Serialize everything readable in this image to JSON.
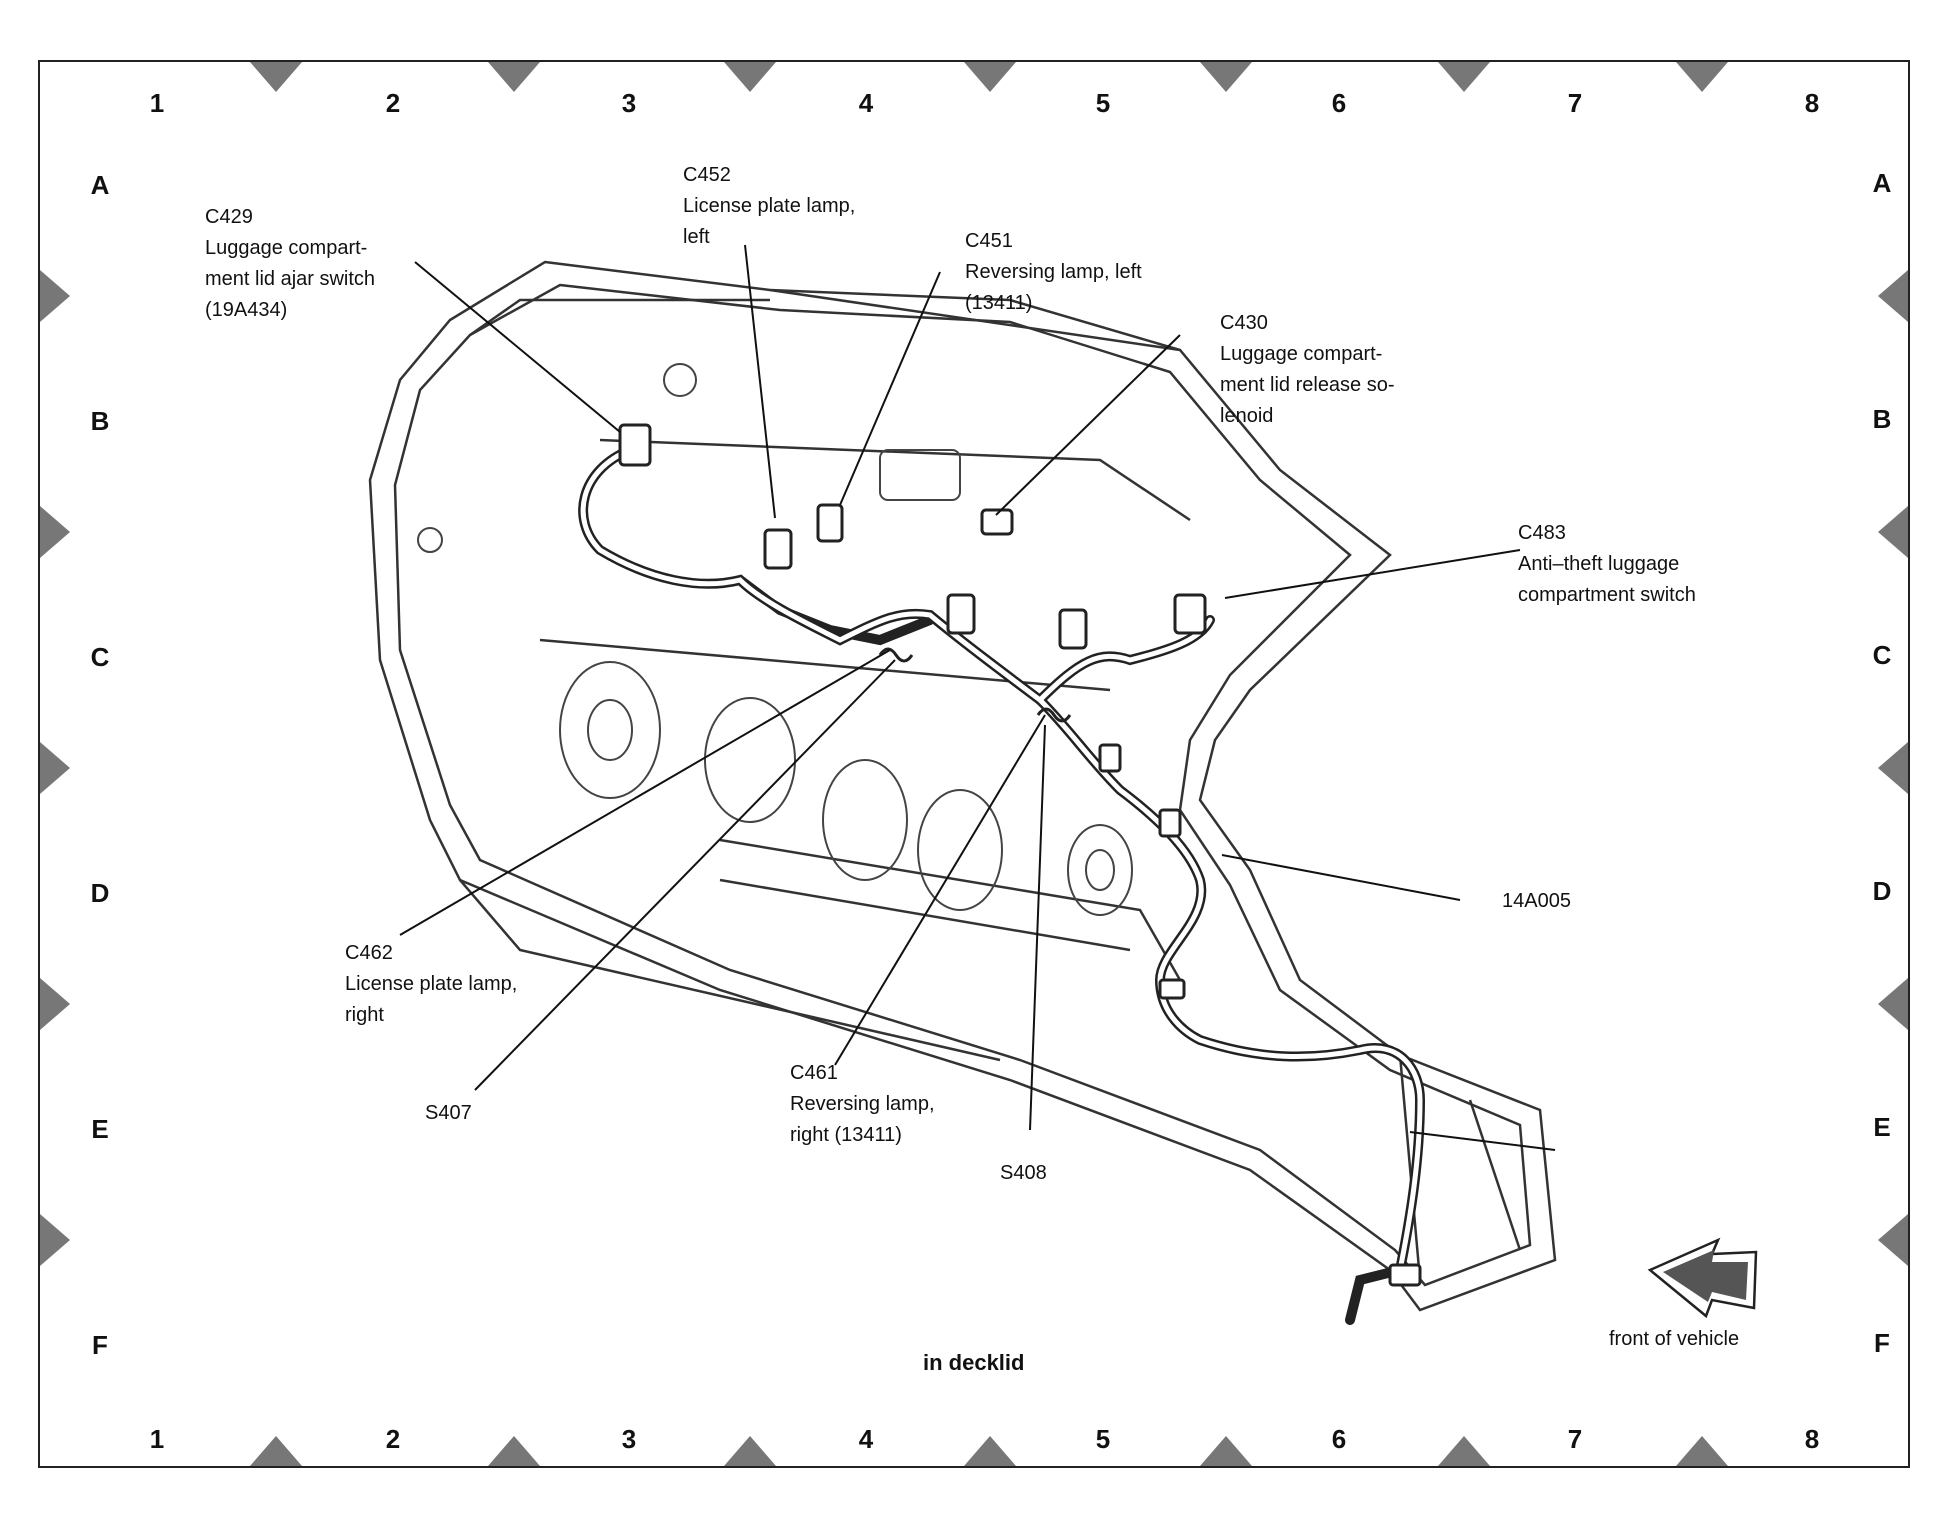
{
  "grid": {
    "columns": [
      "1",
      "2",
      "3",
      "4",
      "5",
      "6",
      "7",
      "8"
    ],
    "rows": [
      "A",
      "B",
      "C",
      "D",
      "E",
      "F"
    ]
  },
  "caption": "in decklid",
  "direction_label": "front of vehicle",
  "callouts": {
    "c429": {
      "code": "C429",
      "desc": [
        "Luggage compart-",
        "ment lid ajar switch",
        "(19A434)"
      ]
    },
    "c452": {
      "code": "C452",
      "desc": [
        "License plate lamp,",
        "left"
      ]
    },
    "c451": {
      "code": "C451",
      "desc": [
        "Reversing lamp, left",
        "(13411)"
      ]
    },
    "c430": {
      "code": "C430",
      "desc": [
        "Luggage compart-",
        "ment lid release so-",
        "lenoid"
      ]
    },
    "c483": {
      "code": "C483",
      "desc": [
        "Anti–theft luggage",
        "compartment switch"
      ]
    },
    "w14a005": {
      "code": "14A005",
      "desc": []
    },
    "c462": {
      "code": "C462",
      "desc": [
        "License plate lamp,",
        "right"
      ]
    },
    "s407": {
      "code": "S407",
      "desc": []
    },
    "c461": {
      "code": "C461",
      "desc": [
        "Reversing lamp,",
        "right (13411)"
      ]
    },
    "s408": {
      "code": "S408",
      "desc": []
    }
  },
  "icons": [
    "connector-icon",
    "splice-icon",
    "direction-arrow-icon",
    "grid-marker-icon"
  ]
}
